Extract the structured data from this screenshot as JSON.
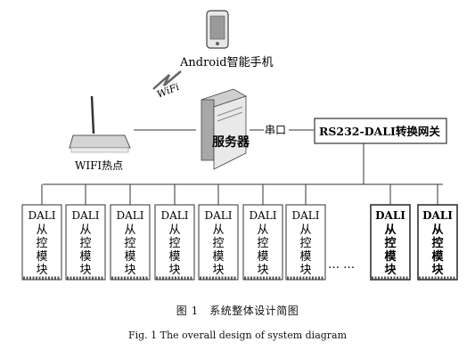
{
  "phone": {
    "label": "Android智能手机"
  },
  "wifi": {
    "label": "WiFi"
  },
  "hotspot": {
    "label": "WIFI热点"
  },
  "server": {
    "label": "服务器"
  },
  "serial_link": {
    "label": "串口"
  },
  "gateway": {
    "label": "RS232-DALI转换网关"
  },
  "modules": [
    {
      "line1": "DALI",
      "line2": "从",
      "line3": "控",
      "line4": "模",
      "line5": "块"
    },
    {
      "line1": "DALI",
      "line2": "从",
      "line3": "控",
      "line4": "模",
      "line5": "块"
    },
    {
      "line1": "DALI",
      "line2": "从",
      "line3": "控",
      "line4": "模",
      "line5": "块"
    },
    {
      "line1": "DALI",
      "line2": "从",
      "line3": "控",
      "line4": "模",
      "line5": "块"
    },
    {
      "line1": "DALI",
      "line2": "从",
      "line3": "控",
      "line4": "模",
      "line5": "块"
    },
    {
      "line1": "DALI",
      "line2": "从",
      "line3": "控",
      "line4": "模",
      "line5": "块"
    },
    {
      "line1": "DALI",
      "line2": "从",
      "line3": "控",
      "line4": "模",
      "line5": "块"
    },
    {
      "line1": "DALI",
      "line2": "从",
      "line3": "控",
      "line4": "模",
      "line5": "块"
    },
    {
      "line1": "DALI",
      "line2": "从",
      "line3": "控",
      "line4": "模",
      "line5": "块"
    }
  ],
  "ellipsis": "…  …",
  "caption": {
    "zh": "图 1　系统整体设计简图",
    "en": "Fig. 1   The overall design of system diagram"
  }
}
